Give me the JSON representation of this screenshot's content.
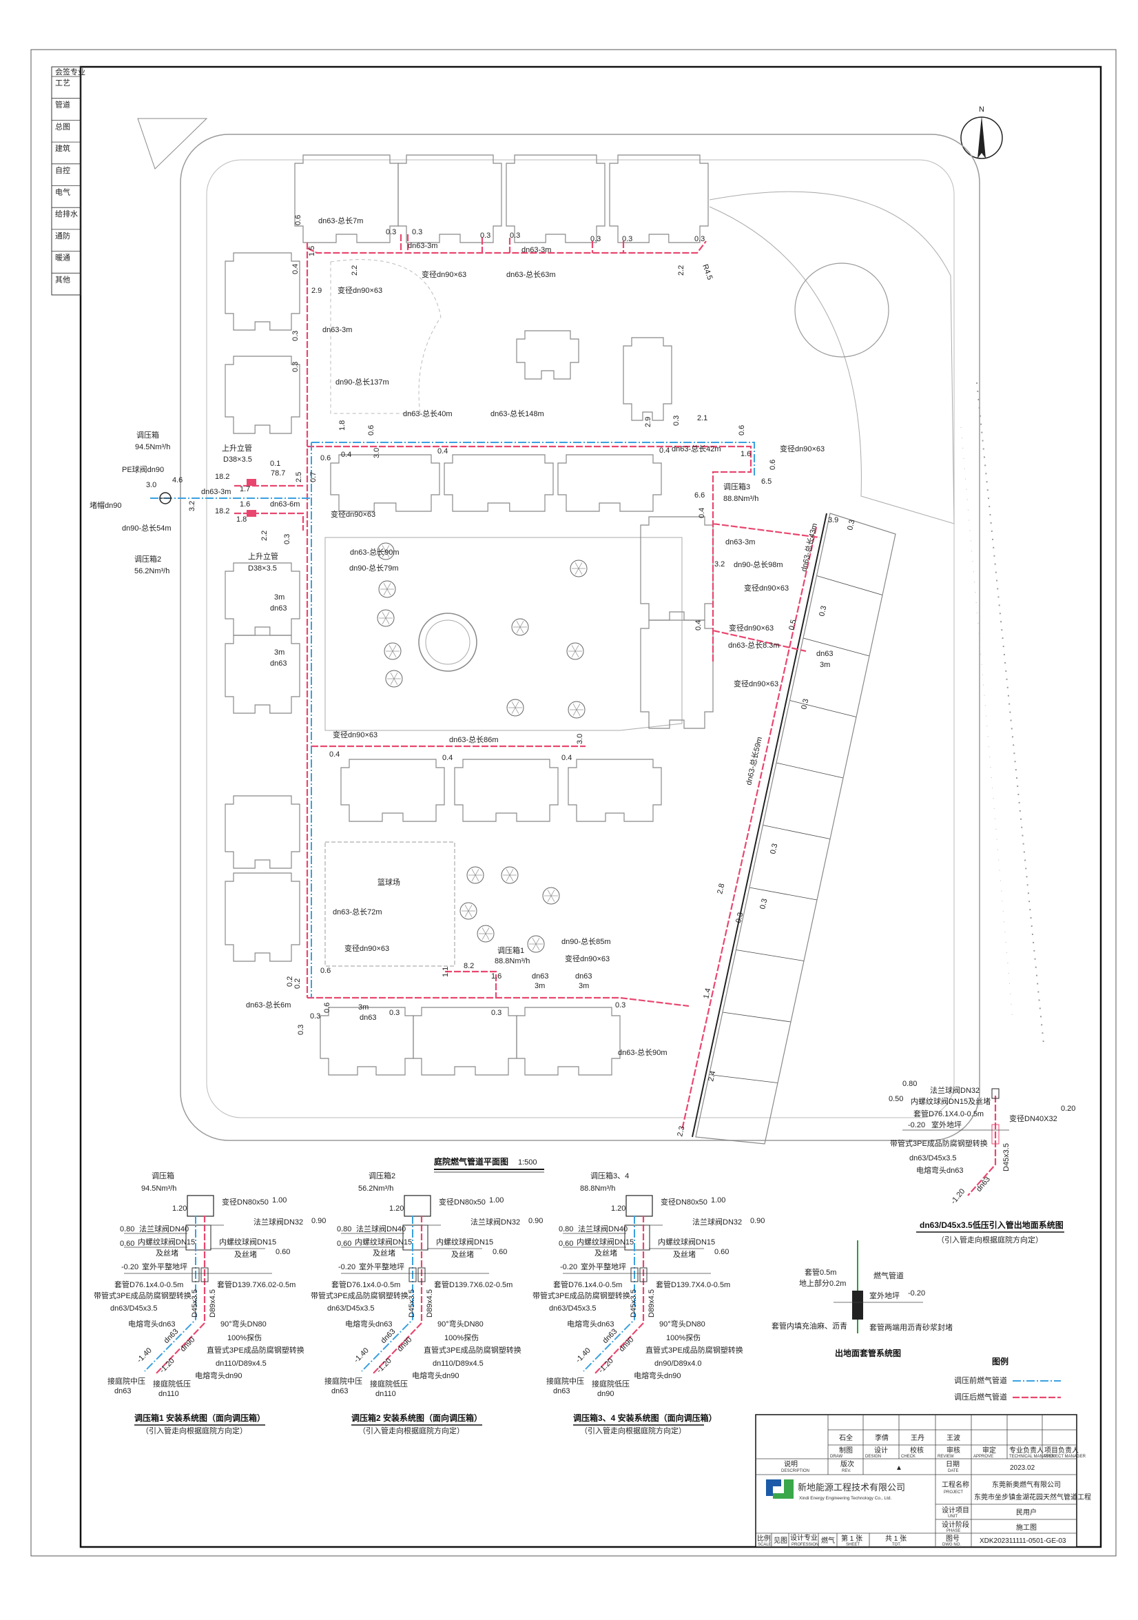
{
  "sign_column": [
    "会签专业",
    "工艺",
    "管道",
    "总图",
    "建筑",
    "自控",
    "电气",
    "给排水",
    "通防",
    "暖通",
    "其他"
  ],
  "north_label": "N",
  "plan": {
    "title": "庭院燃气管道平面图",
    "scale": "1:500",
    "court_label": "篮球场",
    "labels": [
      "dn63-总长7m",
      "dn63-3m",
      "dn63-3m",
      "变径dn90×63",
      "dn63-总长63m",
      "变径dn90×63",
      "dn63-3m",
      "dn90-总长137m",
      "dn63-总长40m",
      "dn63-总长148m",
      "dn63-总长42m",
      "变径dn90×63",
      "调压箱3",
      "88.8Nm³/h",
      "dn63-3m",
      "dn90-总长98m",
      "变径dn90×63",
      "变径dn90×63",
      "dn63-总长8.3m",
      "dn63",
      "3m",
      "变径dn90×63",
      "dn63-总长59m",
      "dn63-总长43m",
      "调压箱",
      "94.5Nm³/h",
      "上升立管",
      "D38×3.5",
      "PE球阀dn90",
      "堵帽dn90",
      "dn63-3m",
      "dn63-6m",
      "dn90-总长54m",
      "调压箱2",
      "56.2Nm³/h",
      "上升立管",
      "D38×3.5",
      "变径dn90×63",
      "dn63-总长90m",
      "dn90-总长79m",
      "变径dn90×63",
      "dn63-总长86m",
      "dn63-总长72m",
      "变径dn90×63",
      "调压箱1",
      "88.8Nm³/h",
      "dn90-总长85m",
      "变径dn90×63",
      "dn63",
      "3m",
      "dn63",
      "3m",
      "dn63-总长6m",
      "3m",
      "dn63",
      "dn63-总长90m",
      "3m",
      "dn63",
      "3m",
      "dn63"
    ],
    "dims": [
      "0.6",
      "0.3",
      "0.3",
      "0.3",
      "0.3",
      "0.3",
      "0.3",
      "0.3",
      "1.5",
      "2.2",
      "2.2",
      "R4.5",
      "0.4",
      "2.9",
      "0.3",
      "0.3",
      "1.8",
      "0.6",
      "3.0",
      "0.4",
      "0.6",
      "0.4",
      "2.9",
      "0.3",
      "2.1",
      "0.6",
      "0.4",
      "1.6",
      "6.5",
      "6.6",
      "0.4",
      "3.2",
      "3.9",
      "0.3",
      "18.2",
      "18.2",
      "4.6",
      "3.0",
      "3.2",
      "1.7",
      "1.6",
      "1.8",
      "78.7",
      "0.1",
      "2.5",
      "2.2",
      "0.3",
      "0.3",
      "0.6",
      "0.6",
      "0.2",
      "8.2",
      "1.1",
      "1.6",
      "0.3",
      "0.3",
      "0.3",
      "1.4",
      "2.4",
      "2.3",
      "0.4",
      "0.4",
      "0.4",
      "3.0",
      "0.5",
      "0.3",
      "0.3",
      "0.3",
      "0.3",
      "2.8",
      "0.3",
      "0.4",
      "0.7",
      "0.6",
      "0.2",
      "0.3"
    ]
  },
  "systems": [
    {
      "box": "调压箱",
      "flow": "94.5Nm³/h",
      "box_el": "1.20",
      "reducer": "变径DN80x50",
      "reducer_el": "1.00",
      "valve32": "法兰球阀DN32",
      "valve32_el": "0.90",
      "valve40_el": "0.80",
      "valve40": "法兰球阀DN40",
      "v15_el": "0.60",
      "v15": "内螺纹球阀DN15",
      "plug": "及丝堵",
      "v15r": "内螺纹球阀DN15",
      "v15r_el": "0.60",
      "plugr": "及丝堵",
      "ground_el": "-0.20",
      "ground": "室外平整地坪",
      "sleeve_l": "套管D76.1x4.0-0.5m",
      "sleeve_r": "套管D139.7X6.02-0.5m",
      "trans_l": "带管式3PE成品防腐钢塑转换",
      "trans_l_size": "dn63/D45x3.5",
      "pipe_l": "D45x3.5",
      "pipe_r": "D89x4.5",
      "elbow63": "电熔弯头dn63",
      "elbow80": "90°弯头DN80",
      "ndt": "100%探伤",
      "trans_r": "直管式3PE成品防腐钢塑转换",
      "trans_r_size": "dn110/D89x4.5",
      "elbow90": "电熔弯头dn90",
      "depth_l": "-1.40",
      "dn_l": "dn63",
      "depth_r": "-1.20",
      "dn_r": "dn90",
      "conn_mid": "接庭院中压",
      "conn_mid_dn": "dn63",
      "conn_low": "接庭院低压",
      "conn_low_dn": "dn110",
      "caption": "调压箱1 安装系统图（面向调压箱）",
      "sub": "（引入管走向根据庭院方向定）"
    },
    {
      "box": "调压箱2",
      "flow": "56.2Nm³/h",
      "box_el": "1.20",
      "reducer": "变径DN80x50",
      "reducer_el": "1.00",
      "valve32": "法兰球阀DN32",
      "valve32_el": "0.90",
      "valve40_el": "0.80",
      "valve40": "法兰球阀DN40",
      "v15_el": "0.60",
      "v15": "内螺纹球阀DN15",
      "plug": "及丝堵",
      "v15r": "内螺纹球阀DN15",
      "v15r_el": "0.60",
      "plugr": "及丝堵",
      "ground_el": "-0.20",
      "ground": "室外平整地坪",
      "sleeve_l": "套管D76.1x4.0-0.5m",
      "sleeve_r": "套管D139.7X6.02-0.5m",
      "trans_l": "带管式3PE成品防腐钢塑转换",
      "trans_l_size": "dn63/D45x3.5",
      "pipe_l": "D45x3.5",
      "pipe_r": "D89x4.5",
      "elbow63": "电熔弯头dn63",
      "elbow80": "90°弯头DN80",
      "ndt": "100%探伤",
      "trans_r": "直管式3PE成品防腐钢塑转换",
      "trans_r_size": "dn110/D89x4.5",
      "elbow90": "电熔弯头dn90",
      "depth_l": "-1.40",
      "dn_l": "dn63",
      "depth_r": "-1.20",
      "dn_r": "dn90",
      "conn_mid": "接庭院中压",
      "conn_mid_dn": "dn63",
      "conn_low": "接庭院低压",
      "conn_low_dn": "dn110",
      "caption": "调压箱2 安装系统图（面向调压箱）",
      "sub": "（引入管走向根据庭院方向定）"
    },
    {
      "box": "调压箱3、4",
      "flow": "88.8Nm³/h",
      "box_el": "1.20",
      "reducer": "变径DN80x50",
      "reducer_el": "1.00",
      "valve32": "法兰球阀DN32",
      "valve32_el": "0.90",
      "valve40_el": "0.80",
      "valve40": "法兰球阀DN40",
      "v15_el": "0.60",
      "v15": "内螺纹球阀DN15",
      "plug": "及丝堵",
      "v15r": "内螺纹球阀DN15",
      "v15r_el": "0.60",
      "plugr": "及丝堵",
      "ground_el": "-0.20",
      "ground": "室外平整地坪",
      "sleeve_l": "套管D76.1x4.0-0.5m",
      "sleeve_r": "套管D139.7X4.0-0.5m",
      "trans_l": "带管式3PE成品防腐钢塑转换",
      "trans_l_size": "dn63/D45x3.5",
      "pipe_l": "D45x3.5",
      "pipe_r": "D89x4.5",
      "elbow63": "电熔弯头dn63",
      "elbow80": "90°弯头DN80",
      "ndt": "100%探伤",
      "trans_r": "直管式3PE成品防腐钢塑转换",
      "trans_r_size": "dn90/D89x4.0",
      "elbow90": "电熔弯头dn90",
      "depth_l": "-1.40",
      "dn_l": "dn63",
      "depth_r": "-1.20",
      "dn_r": "dn90",
      "conn_mid": "接庭院中压",
      "conn_mid_dn": "dn63",
      "conn_low": "接庭院低压",
      "conn_low_dn": "dn90",
      "caption": "调压箱3、4 安装系统图（面向调压箱）",
      "sub": "（引入管走向根据庭院方向定）"
    }
  ],
  "riser": {
    "v32_el": "0.80",
    "v32": "法兰球阀DN32",
    "v15_el": "0.50",
    "v15": "内螺纹球阀DN15及丝堵",
    "sleeve": "套管D76.1X4.0-0.5m",
    "reducer": "变径DN40X32",
    "reducer_el": "0.20",
    "ground_el": "-0.20",
    "ground": "室外地坪",
    "trans": "带管式3PE成品防腐钢塑转换",
    "trans_size": "dn63/D45x3.5",
    "pipe": "D45x3.5",
    "elbow": "电熔弯头dn63",
    "depth": "-1.20",
    "dn": "dn63",
    "caption": "dn63/D45x3.5低压引入管出地面系统图",
    "sub": "（引入管走向根据庭院方向定）"
  },
  "sleeve_detail": {
    "sleeve": "套管0.5m",
    "above": "地上部分0.2m",
    "gas_pipe": "燃气管道",
    "ground": "室外地坪",
    "ground_el": "-0.20",
    "fill": "套管内填充油麻、沥青",
    "seal": "套管两端用沥青砂浆封堵",
    "caption": "出地面套管系统图"
  },
  "legend": {
    "title": "图例",
    "items": [
      {
        "label": "调压前燃气管道",
        "color": "#3aa0e0"
      },
      {
        "label": "调压后燃气管道",
        "color": "#e8466e"
      }
    ]
  },
  "title_block": {
    "signers": [
      "石全",
      "李倩",
      "王丹",
      "王波"
    ],
    "roles": [
      "制图",
      "设计",
      "校核",
      "审核",
      "审定",
      "专业负责人",
      "项目负责人"
    ],
    "roles_en": [
      "DRAW",
      "DESIGN",
      "CHECK",
      "REVIEW",
      "APPROVE",
      "TECHNICAL MANAGER",
      "PROJECT MANAGER"
    ],
    "description": "说明",
    "description_en": "DESCRIPTION",
    "rev": "版次",
    "rev_en": "REV.",
    "rev_mark": "▲",
    "date_label": "日期",
    "date_en": "DATE",
    "date": "2023.02",
    "company": "新地能源工程技术有限公司",
    "company_en": "Xindi Energy Engineering Technology Co., Ltd.",
    "project_label": "工程名称",
    "project_en": "PROJECT",
    "client": "东莞新奥燃气有限公司",
    "project": "东莞市坐步镇金湖花园天然气管道工程",
    "unit_label": "设计项目",
    "unit_en": "UNIT",
    "unit": "民用户",
    "phase_label": "设计阶段",
    "phase_en": "PHASE",
    "phase": "施工图",
    "scale_label": "比例",
    "scale_en": "SCALE",
    "scale": "见图",
    "prof_label": "设计专业",
    "prof_en": "PROFESSION",
    "prof": "燃气",
    "sheet": "第 1 张",
    "sheet_en": "SHEET",
    "total": "共 1 张",
    "total_en": "TOT.",
    "dwg_label": "图号",
    "dwg_en": "DWG NO.",
    "dwg_no": "XDK202311111-0501-GE-03",
    "logo_color_blue": "#1b5aa8",
    "logo_color_green": "#3aa84a"
  }
}
